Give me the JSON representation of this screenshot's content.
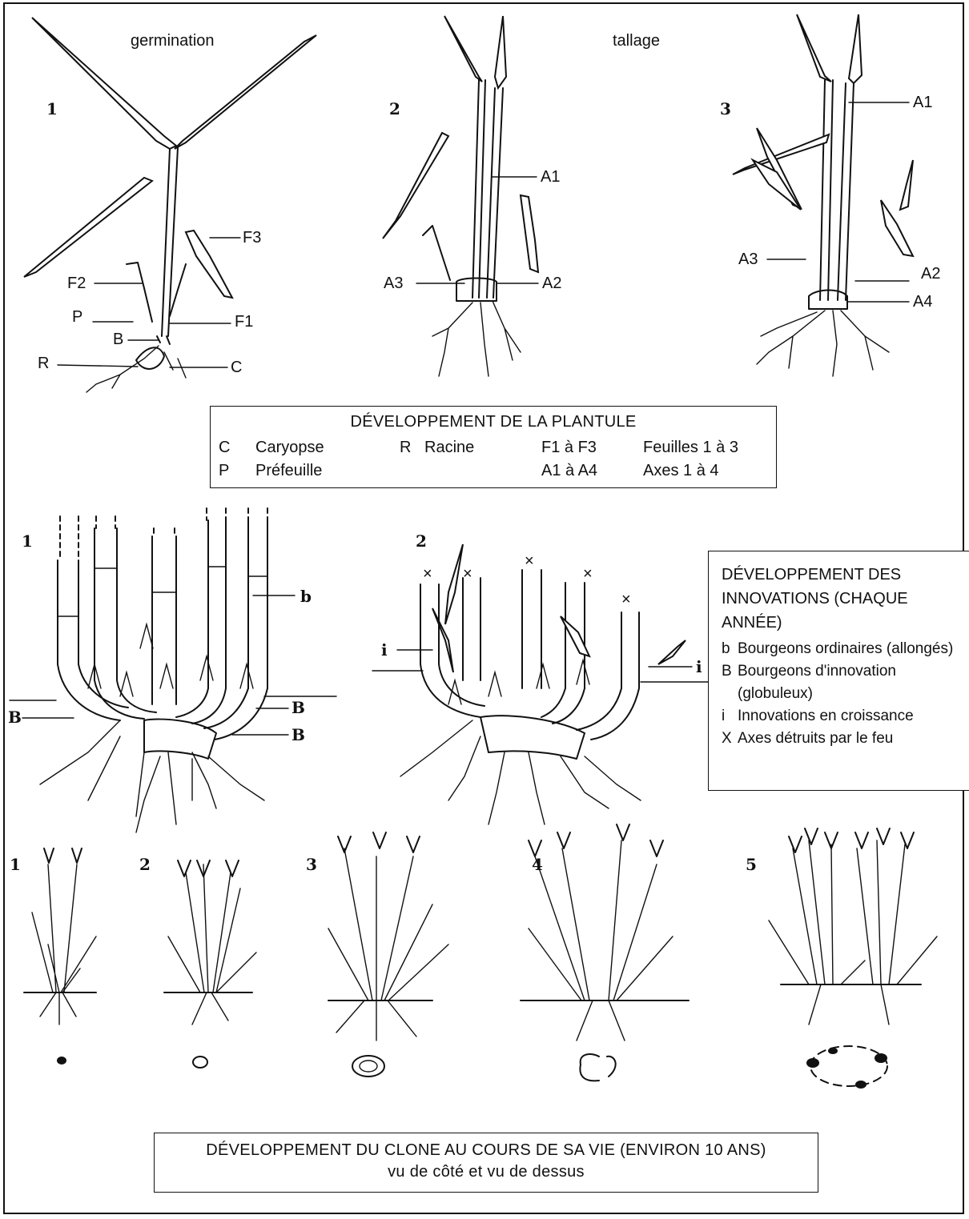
{
  "seedling": {
    "phase_germination": "germination",
    "phase_tallage": "tallage",
    "panel_numbers": [
      "1",
      "2",
      "3"
    ],
    "labels1": {
      "F3": "F3",
      "F2": "F2",
      "P": "P",
      "F1": "F1",
      "B": "B",
      "R": "R",
      "C": "C"
    },
    "labels2": {
      "A1": "A1",
      "A3": "A3",
      "A2": "A2"
    },
    "labels3": {
      "A1": "A1",
      "A3": "A3",
      "A2": "A2",
      "A4": "A4"
    }
  },
  "legend_plantule": {
    "title": "DÉVELOPPEMENT DE LA PLANTULE",
    "row1": {
      "k1": "C",
      "v1": "Caryopse",
      "k2": "R",
      "v2": "Racine",
      "k3": "F1 à F3",
      "v3": "Feuilles 1 à 3"
    },
    "row2": {
      "k1": "P",
      "v1": "Préfeuille",
      "k3": "A1 à A4",
      "v3": "Axes 1 à 4"
    }
  },
  "innovations": {
    "panel_numbers": [
      "1",
      "2"
    ],
    "labels1": {
      "b": "b",
      "B_left": "B",
      "B_right1": "B",
      "B_right2": "B"
    },
    "labels2": {
      "i_left": "i",
      "i_right": "i",
      "x": "×"
    },
    "legend": {
      "title": "DÉVELOPPEMENT DES INNOVATIONS (CHAQUE ANNÉE)",
      "items": [
        {
          "key": "b",
          "text": "Bourgeons ordinaires (allongés)"
        },
        {
          "key": "B",
          "text": "Bourgeons d'innovation (globuleux)"
        },
        {
          "key": "i",
          "text": "Innovations en croissance"
        },
        {
          "key": "X",
          "text": "Axes détruits par le feu"
        }
      ]
    }
  },
  "clone": {
    "panel_numbers": [
      "1",
      "2",
      "3",
      "4",
      "5"
    ],
    "legend_title": "DÉVELOPPEMENT DU CLONE AU COURS DE SA VIE (ENVIRON 10 ANS)",
    "legend_subtitle": "vu de côté et vu de dessus"
  }
}
